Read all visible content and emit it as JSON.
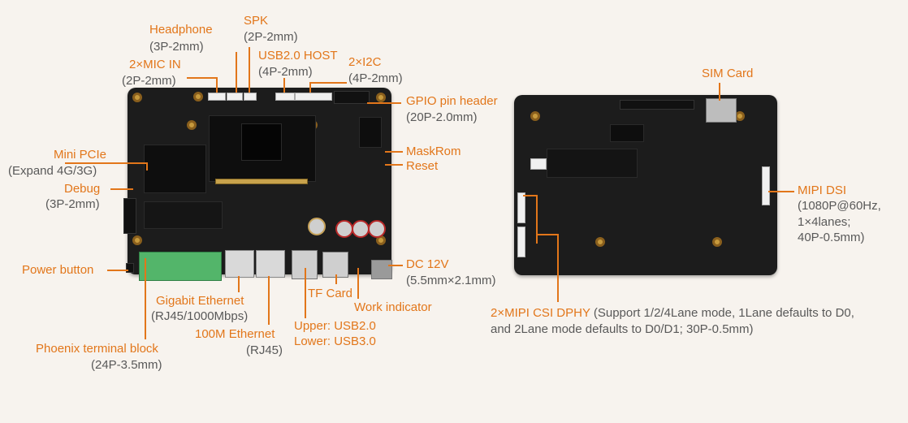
{
  "labels": {
    "headphone": {
      "title": "Headphone",
      "spec": "(3P-2mm)"
    },
    "spk": {
      "title": "SPK",
      "spec": "(2P-2mm)"
    },
    "mic_in": {
      "title": "2×MIC IN",
      "spec": "(2P-2mm)"
    },
    "usb_host": {
      "title": "USB2.0 HOST",
      "spec": "(4P-2mm)"
    },
    "i2c": {
      "title": "2×I2C",
      "spec": "(4P-2mm)"
    },
    "gpio": {
      "title": "GPIO pin header",
      "spec": "(20P-2.0mm)"
    },
    "maskrom": {
      "title": "MaskRom"
    },
    "reset": {
      "title": "Reset"
    },
    "mini_pcie": {
      "title": "Mini PCIe",
      "spec": "(Expand 4G/3G)"
    },
    "debug": {
      "title": "Debug",
      "spec": "(3P-2mm)"
    },
    "power_button": {
      "title": "Power button"
    },
    "gigabit_ethernet": {
      "title": "Gigabit Ethernet",
      "spec": "(RJ45/1000Mbps)"
    },
    "ethernet_100m": {
      "title": "100M Ethernet",
      "spec": "(RJ45)"
    },
    "phoenix": {
      "title": "Phoenix terminal block",
      "spec": "(24P-3.5mm)"
    },
    "usb_upper": {
      "title": "Upper: USB2.0"
    },
    "usb_lower": {
      "title": "Lower: USB3.0"
    },
    "tf_card": {
      "title": "TF Card"
    },
    "work_indicator": {
      "title": "Work indicator"
    },
    "dc": {
      "title": "DC 12V",
      "spec": "(5.5mm×2.1mm)"
    },
    "sim_card": {
      "title": "SIM Card"
    },
    "mipi_dsi": {
      "title": "MIPI DSI",
      "spec1": "(1080P@60Hz,",
      "spec2": "1×4lanes;",
      "spec3": "40P-0.5mm)"
    },
    "mipi_csi": {
      "title": "2×MIPI CSI DPHY",
      "spec1": " (Support 1/2/4Lane  mode, 1Lane defaults to  D0,",
      "spec2": "and 2Lane mode  defaults to D0/D1;  30P-0.5mm)"
    }
  },
  "colors": {
    "accent": "#e2761a",
    "muted": "#595959",
    "background": "#f7f3ee",
    "pcb": "#1c1c1c"
  }
}
